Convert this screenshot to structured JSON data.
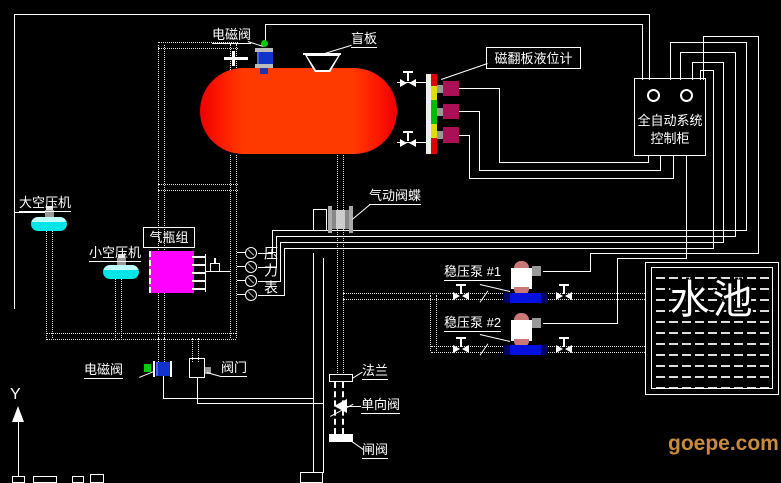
{
  "labels": {
    "solenoid_top": "电磁阀",
    "blind_plate": "盲板",
    "level_gauge": "磁翻板液位计",
    "cabinet_line1": "全自动系统",
    "cabinet_line2": "控制柜",
    "compressor_large": "大空压机",
    "compressor_small": "小空压机",
    "cylinder_group": "气瓶组",
    "pressure_gauge": "压力表",
    "butterfly_valve": "气动阀蝶",
    "pump1": "稳压泵 #1",
    "pump2": "稳压泵 #2",
    "pool": "水池",
    "solenoid_bottom": "电磁阀",
    "valve": "阀门",
    "flange": "法兰",
    "check_valve": "单向阀",
    "gate_valve": "闸阀",
    "axis_y": "Y",
    "watermark": "goepe.com"
  },
  "colors": {
    "background": "#000000",
    "line": "#ffffff",
    "tank_body": "#ff3a00",
    "tank_end": "#ee0000",
    "cylinder_group": "#ff00ff",
    "compressor": "#00e5e5",
    "solenoid_blue": "#1133cc",
    "indicator_green": "#00cc00",
    "pump_base_blue": "#0011dd",
    "pump_cap_pink": "#cc7777",
    "level_sensor": "#aa1055",
    "gauge_red": "#dd0000",
    "gauge_yellow": "#dddd00",
    "gauge_green": "#00bb00",
    "watermark_orange": "#c98a3c"
  }
}
